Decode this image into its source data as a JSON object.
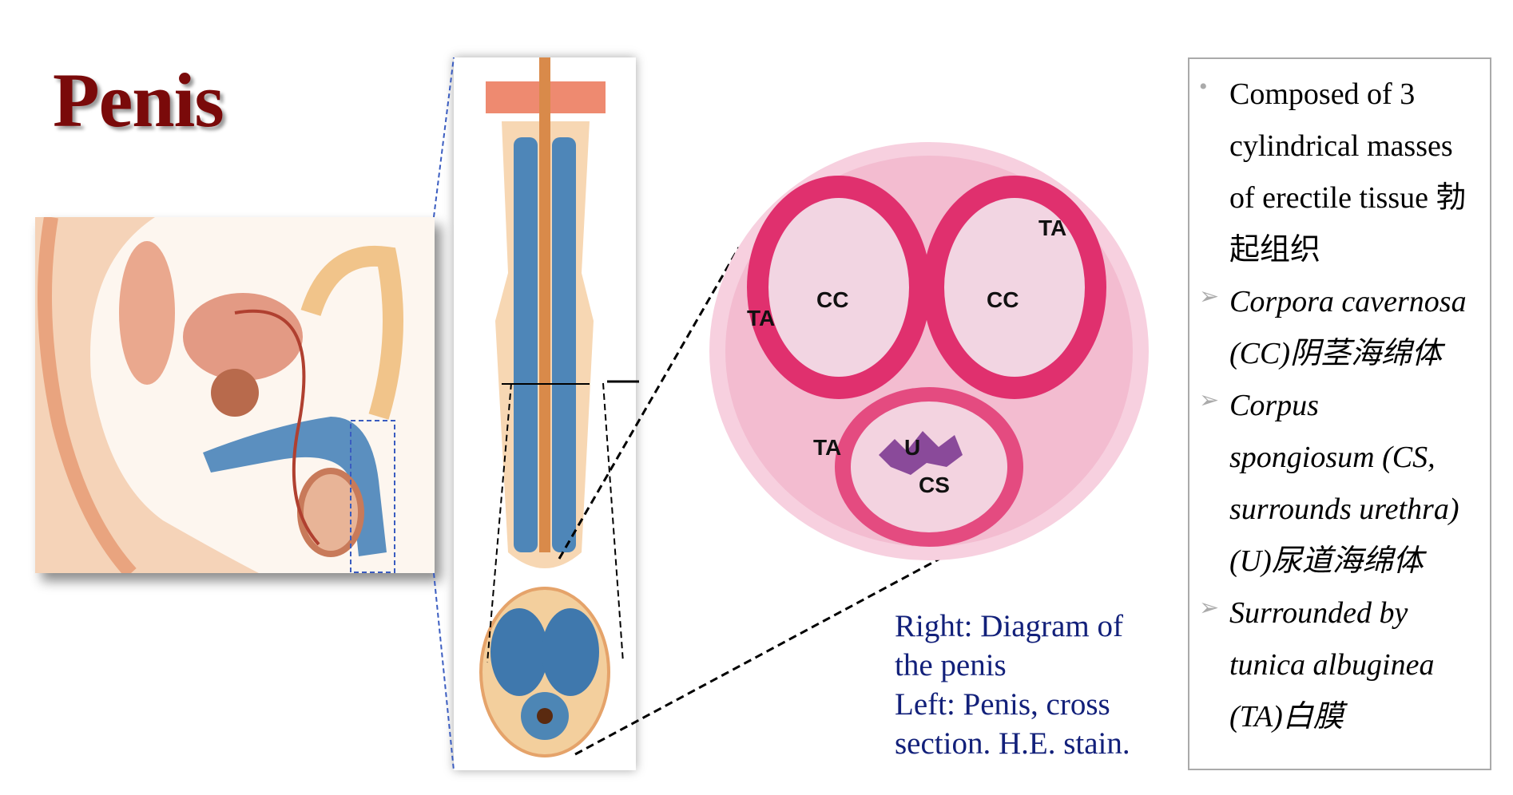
{
  "title": "Penis",
  "labels": {
    "ta1": "TA",
    "ta2": "TA",
    "ta3": "TA",
    "cc1": "CC",
    "cc2": "CC",
    "u": "U",
    "cs": "CS"
  },
  "caption": {
    "line1": "Right: Diagram of",
    "line2": "the penis",
    "line3": "Left: Penis, cross",
    "line4": "section. H.E. stain."
  },
  "bullets": [
    {
      "icon": "dot-bullet-icon",
      "lines": [
        "Composed of 3",
        "cylindrical masses",
        "of erectile tissue 勃",
        "起组织"
      ]
    },
    {
      "icon": "arrow-bullet-icon",
      "lines": [
        "Corpora cavernosa",
        "(CC)阴茎海绵体"
      ]
    },
    {
      "icon": "arrow-bullet-icon",
      "lines": [
        "Corpus",
        "spongiosum (CS,",
        "surrounds urethra)",
        "(U)尿道海绵体"
      ]
    },
    {
      "icon": "arrow-bullet-icon",
      "lines": [
        "Surrounded by",
        "tunica albuginea",
        "(TA)白膜"
      ]
    }
  ],
  "colors": {
    "title": "#7a0a0a",
    "caption": "#12207a",
    "stain": "#e0306e"
  }
}
